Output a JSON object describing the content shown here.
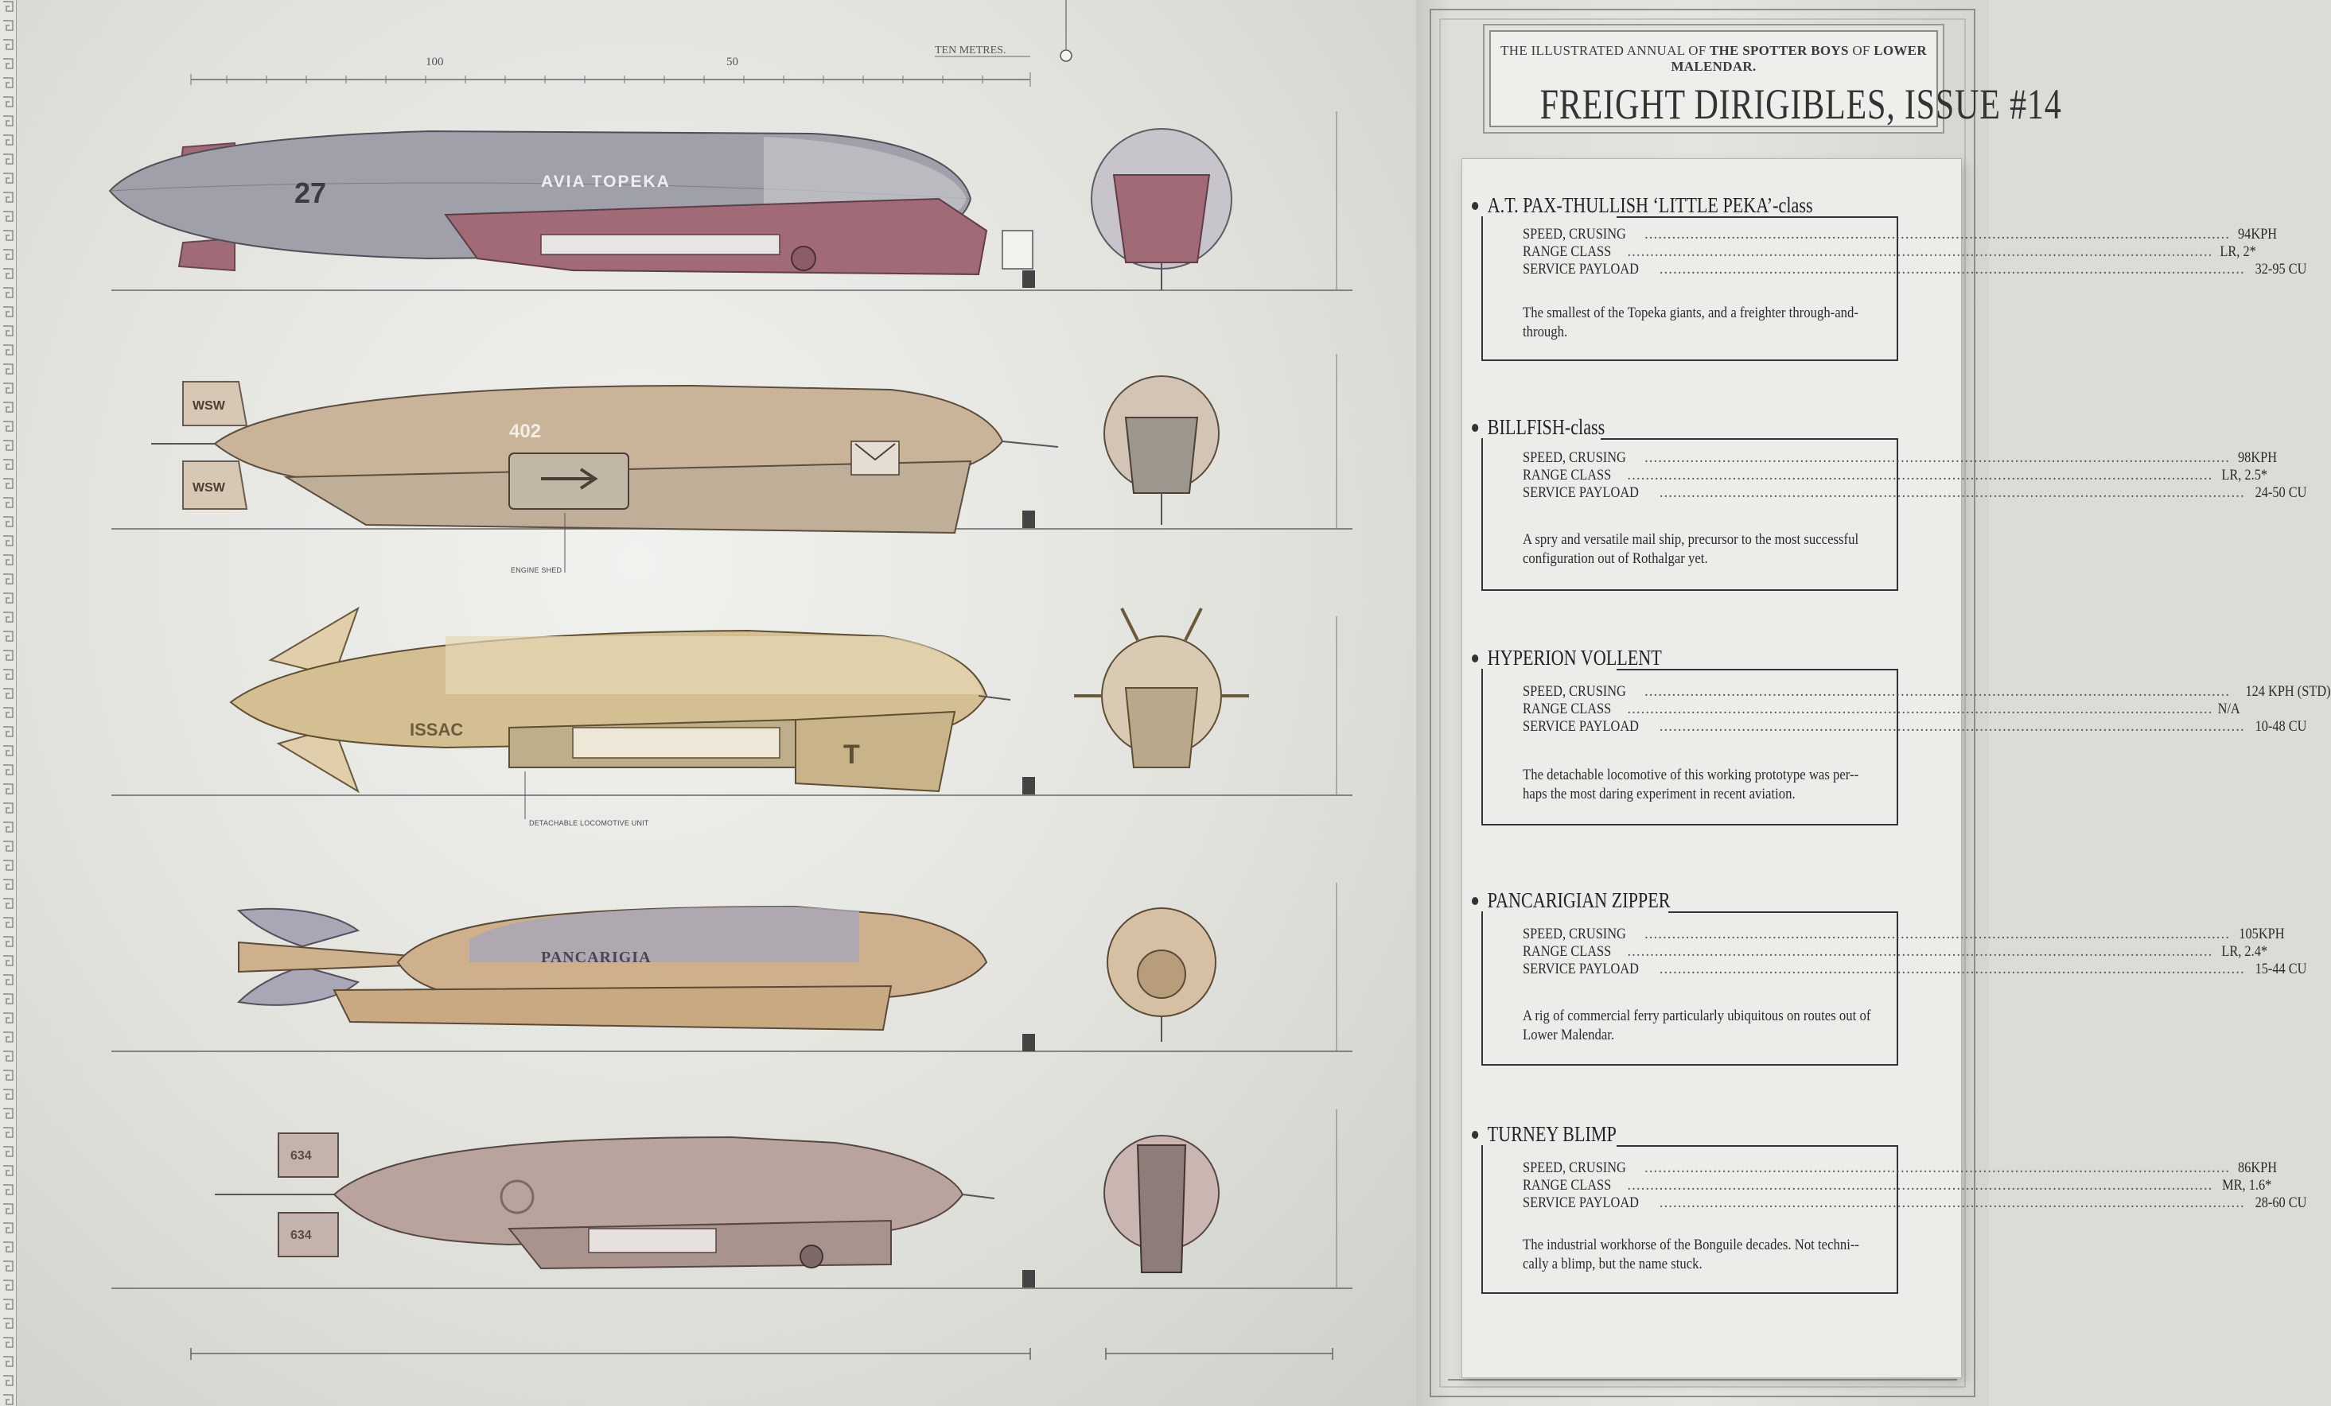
{
  "header": {
    "subtitle_prefix": "THE ILLUSTRATED ANNUAL OF",
    "subtitle_group": "THE SPOTTER BOYS",
    "subtitle_of": "OF",
    "subtitle_place": "LOWER MALENDAR.",
    "title": "FREIGHT DIRIGIBLES, ISSUE #14"
  },
  "scale": {
    "label": "TEN METRES.",
    "tick_100": "100",
    "tick_50": "50"
  },
  "callouts": {
    "engine_shed": "ENGINE SHED",
    "locomotive": "DETACHABLE LOCOMOTIVE UNIT"
  },
  "ship_markings": {
    "s1_number": "27",
    "s1_name": "AVIA TOPEKA",
    "s2_number": "402",
    "s2_fin": "WSW",
    "s3_name": "ISSAC",
    "s3_letter": "T",
    "s4_name": "PANCARIGIA",
    "s5_fin": "634"
  },
  "colors": {
    "topeka_hull": "#9fa0aa",
    "topeka_trim": "#a06a76",
    "billfish_hull": "#c9b49a",
    "hyperion_hull": "#d4bf92",
    "pancarigian_hull": "#a9a7b6",
    "pancarigian_body": "#cfb08c",
    "turney_hull": "#b9a39d"
  },
  "specs": [
    {
      "name": "A.T. PAX-THULLISH ‘LITTLE PEKA’-class",
      "speed_label": "SPEED, CRUSING",
      "speed": "94KPH",
      "range_label": "RANGE CLASS",
      "range": "LR, 2*",
      "payload_label": "SERVICE PAYLOAD",
      "payload": "32-95 CU",
      "desc": "The smallest of the Topeka giants, and a freighter through-and-through."
    },
    {
      "name": "BILLFISH-class",
      "speed_label": "SPEED, CRUSING",
      "speed": "98KPH",
      "range_label": "RANGE CLASS",
      "range": "LR, 2.5*",
      "payload_label": "SERVICE PAYLOAD",
      "payload": "24-50 CU",
      "desc": "A spry and versatile mail ship, precursor to the most successful configuration out of Rothalgar yet."
    },
    {
      "name": "HYPERION VOLLENT",
      "speed_label": "SPEED, CRUSING",
      "speed": "124 KPH (STD)",
      "range_label": "RANGE CLASS",
      "range": "N/A",
      "payload_label": "SERVICE PAYLOAD",
      "payload": "10-48 CU",
      "desc": "The detachable locomotive of this working prototype was per--haps the most daring experiment in recent aviation."
    },
    {
      "name": "PANCARIGIAN ZIPPER",
      "speed_label": "SPEED, CRUSING",
      "speed": "105KPH",
      "range_label": "RANGE CLASS",
      "range": "LR, 2.4*",
      "payload_label": "SERVICE PAYLOAD",
      "payload": "15-44 CU",
      "desc": "A rig of commercial ferry particularly ubiquitous on routes out of Lower Malendar."
    },
    {
      "name": "TURNEY BLIMP",
      "speed_label": "SPEED, CRUSING",
      "speed": "86KPH",
      "range_label": "RANGE CLASS",
      "range": "MR, 1.6*",
      "payload_label": "SERVICE PAYLOAD",
      "payload": "28-60 CU",
      "desc": "The industrial workhorse of the Bonguile decades. Not techni--cally a blimp, but the name stuck."
    }
  ]
}
